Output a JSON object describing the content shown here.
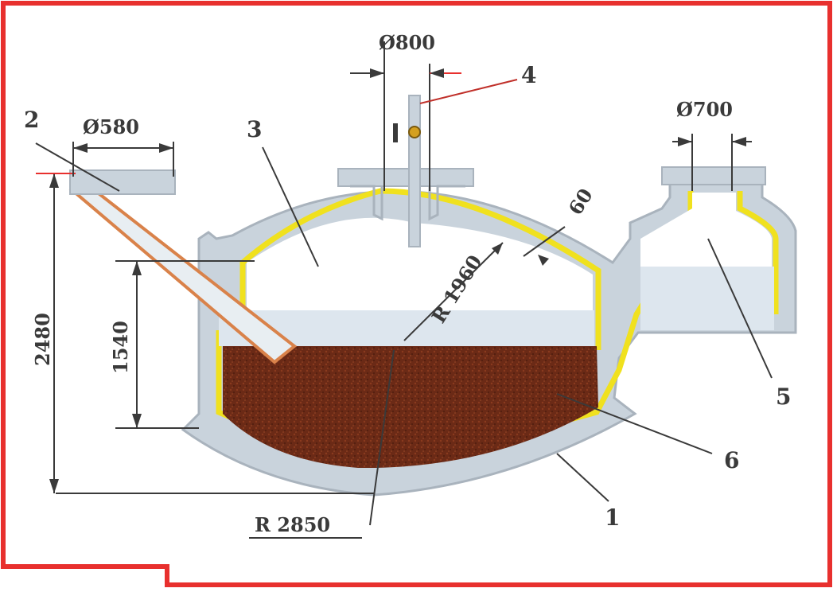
{
  "diagram": {
    "parts": [
      {
        "id": "1",
        "label": "1"
      },
      {
        "id": "2",
        "label": "2"
      },
      {
        "id": "3",
        "label": "3"
      },
      {
        "id": "4",
        "label": "4"
      },
      {
        "id": "5",
        "label": "5"
      },
      {
        "id": "6",
        "label": "6"
      }
    ],
    "dimensions": {
      "inlet_diameter": "Ø580",
      "dome_neck_diameter": "Ø800",
      "outlet_neck_diameter": "Ø700",
      "total_height": "2480",
      "liquid_height": "1540",
      "dome_radius": "R 1960",
      "bottom_radius": "R 2850",
      "wall_thickness": "60"
    },
    "colors": {
      "frame": "#e8302e",
      "concrete": "#c9d3dc",
      "concrete_edge": "#a9b3bd",
      "lining": "#f0e11e",
      "slurry": "#6b2a16",
      "gas": "#ffffff",
      "liquid_band": "#dde6ee",
      "pipe": "#d9824a",
      "ink": "#3a3a3a",
      "red_label": "#cc1a1a"
    }
  }
}
